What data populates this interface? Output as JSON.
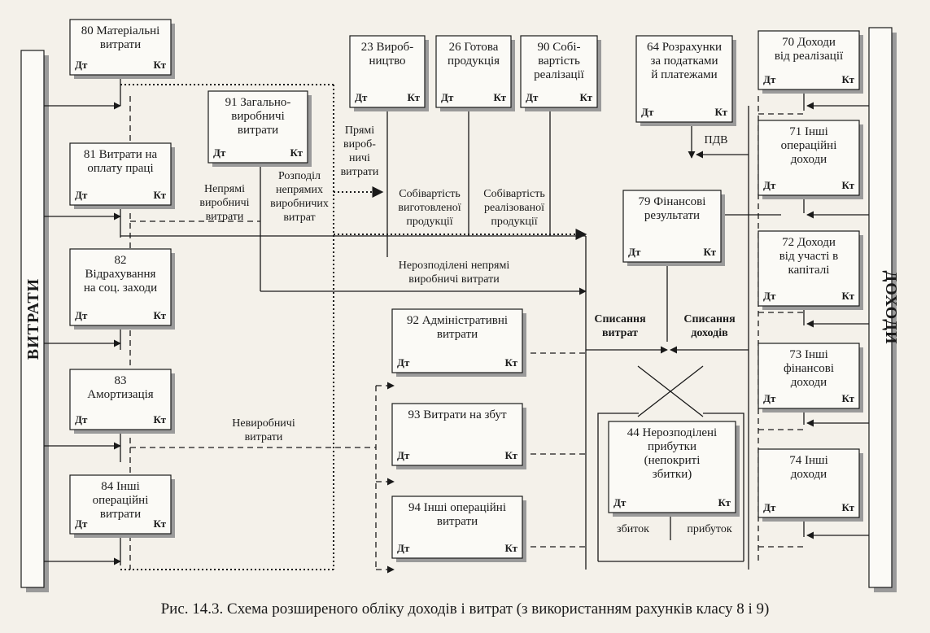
{
  "sides": {
    "left": "ВИТРАТИ",
    "right": "ДОХОДИ"
  },
  "dt": "Дт",
  "kt": "Кт",
  "accounts": {
    "a80": [
      "80 Матеріальні",
      "витрати"
    ],
    "a81": [
      "81 Витрати на",
      "оплату праці"
    ],
    "a82": [
      "82",
      "Відрахування",
      "на соц. заходи"
    ],
    "a83": [
      "83",
      "Амортизація"
    ],
    "a84": [
      "84 Інші",
      "операційні",
      "витрати"
    ],
    "a91": [
      "91 Загально-",
      "виробничі",
      "витрати"
    ],
    "a23": [
      "23 Вироб-",
      "ництво"
    ],
    "a26": [
      "26 Готова",
      "продукція"
    ],
    "a90": [
      "90 Собі-",
      "вартість",
      "реалізації"
    ],
    "a92": [
      "92 Адміністративні",
      "витрати"
    ],
    "a93": [
      "93 Витрати на збут"
    ],
    "a94": [
      "94 Інші операційні",
      "витрати"
    ],
    "a64": [
      "64 Розрахунки",
      "за податками",
      "й платежами"
    ],
    "a79": [
      "79 Фінансові",
      "результати"
    ],
    "a44": [
      "44 Нерозподілені",
      "прибутки",
      "(непокриті",
      "збитки)"
    ],
    "a70": [
      "70 Доходи",
      "від реалізації"
    ],
    "a71": [
      "71 Інші",
      "операційні",
      "доходи"
    ],
    "a72": [
      "72 Доходи",
      "від участі в",
      "капіталі"
    ],
    "a73": [
      "73 Інші",
      "фінансові",
      "доходи"
    ],
    "a74": [
      "74 Інші",
      "доходи"
    ]
  },
  "labels": {
    "indirect": [
      "Непрямі",
      "виробничі",
      "витрати"
    ],
    "distribution": [
      "Розподіл",
      "непрямих",
      "виробничих",
      "витрат"
    ],
    "direct": [
      "Прямі",
      "вироб-",
      "ничі",
      "витрати"
    ],
    "cost_made": [
      "Собівартість",
      "виготовленої",
      "продукції"
    ],
    "cost_sold": [
      "Собівартість",
      "реалізованої",
      "продукції"
    ],
    "undistributed": [
      "Нерозподілені непрямі",
      "виробничі витрати"
    ],
    "nonprod": [
      "Невиробничі",
      "витрати"
    ],
    "vat": "ПДВ",
    "writeoff_exp": [
      "Списання",
      "витрат"
    ],
    "writeoff_inc": [
      "Списання",
      "доходів"
    ],
    "loss": "збиток",
    "profit": "прибуток"
  },
  "caption": "Рис. 14.3. Схема розширеного обліку доходів і витрат (з використанням рахунків класу 8 і 9)"
}
